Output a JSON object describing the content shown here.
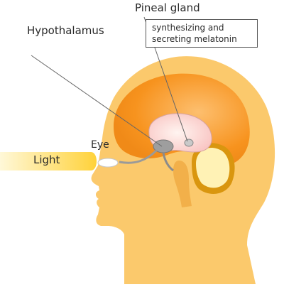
{
  "labels": {
    "pineal_gland": "Pineal gland",
    "hypothalamus": "Hypothalamus",
    "eye": "Eye",
    "light": "Light"
  },
  "pineal_description": {
    "line1": "synthesizing and",
    "line2": "secreting melatonin"
  },
  "colors": {
    "head_skin": "#FBC96C",
    "cerebrum": "#F7931E",
    "cerebrum_light": "#FDBF6F",
    "cerebellum": "#FFF2B5",
    "cerebellum_rim": "#D9960F",
    "inner_brain": "#F9C6C4",
    "pineal_gland": "#9E9E9E",
    "light_beam": "#FFD23A",
    "outline": "#666666"
  }
}
